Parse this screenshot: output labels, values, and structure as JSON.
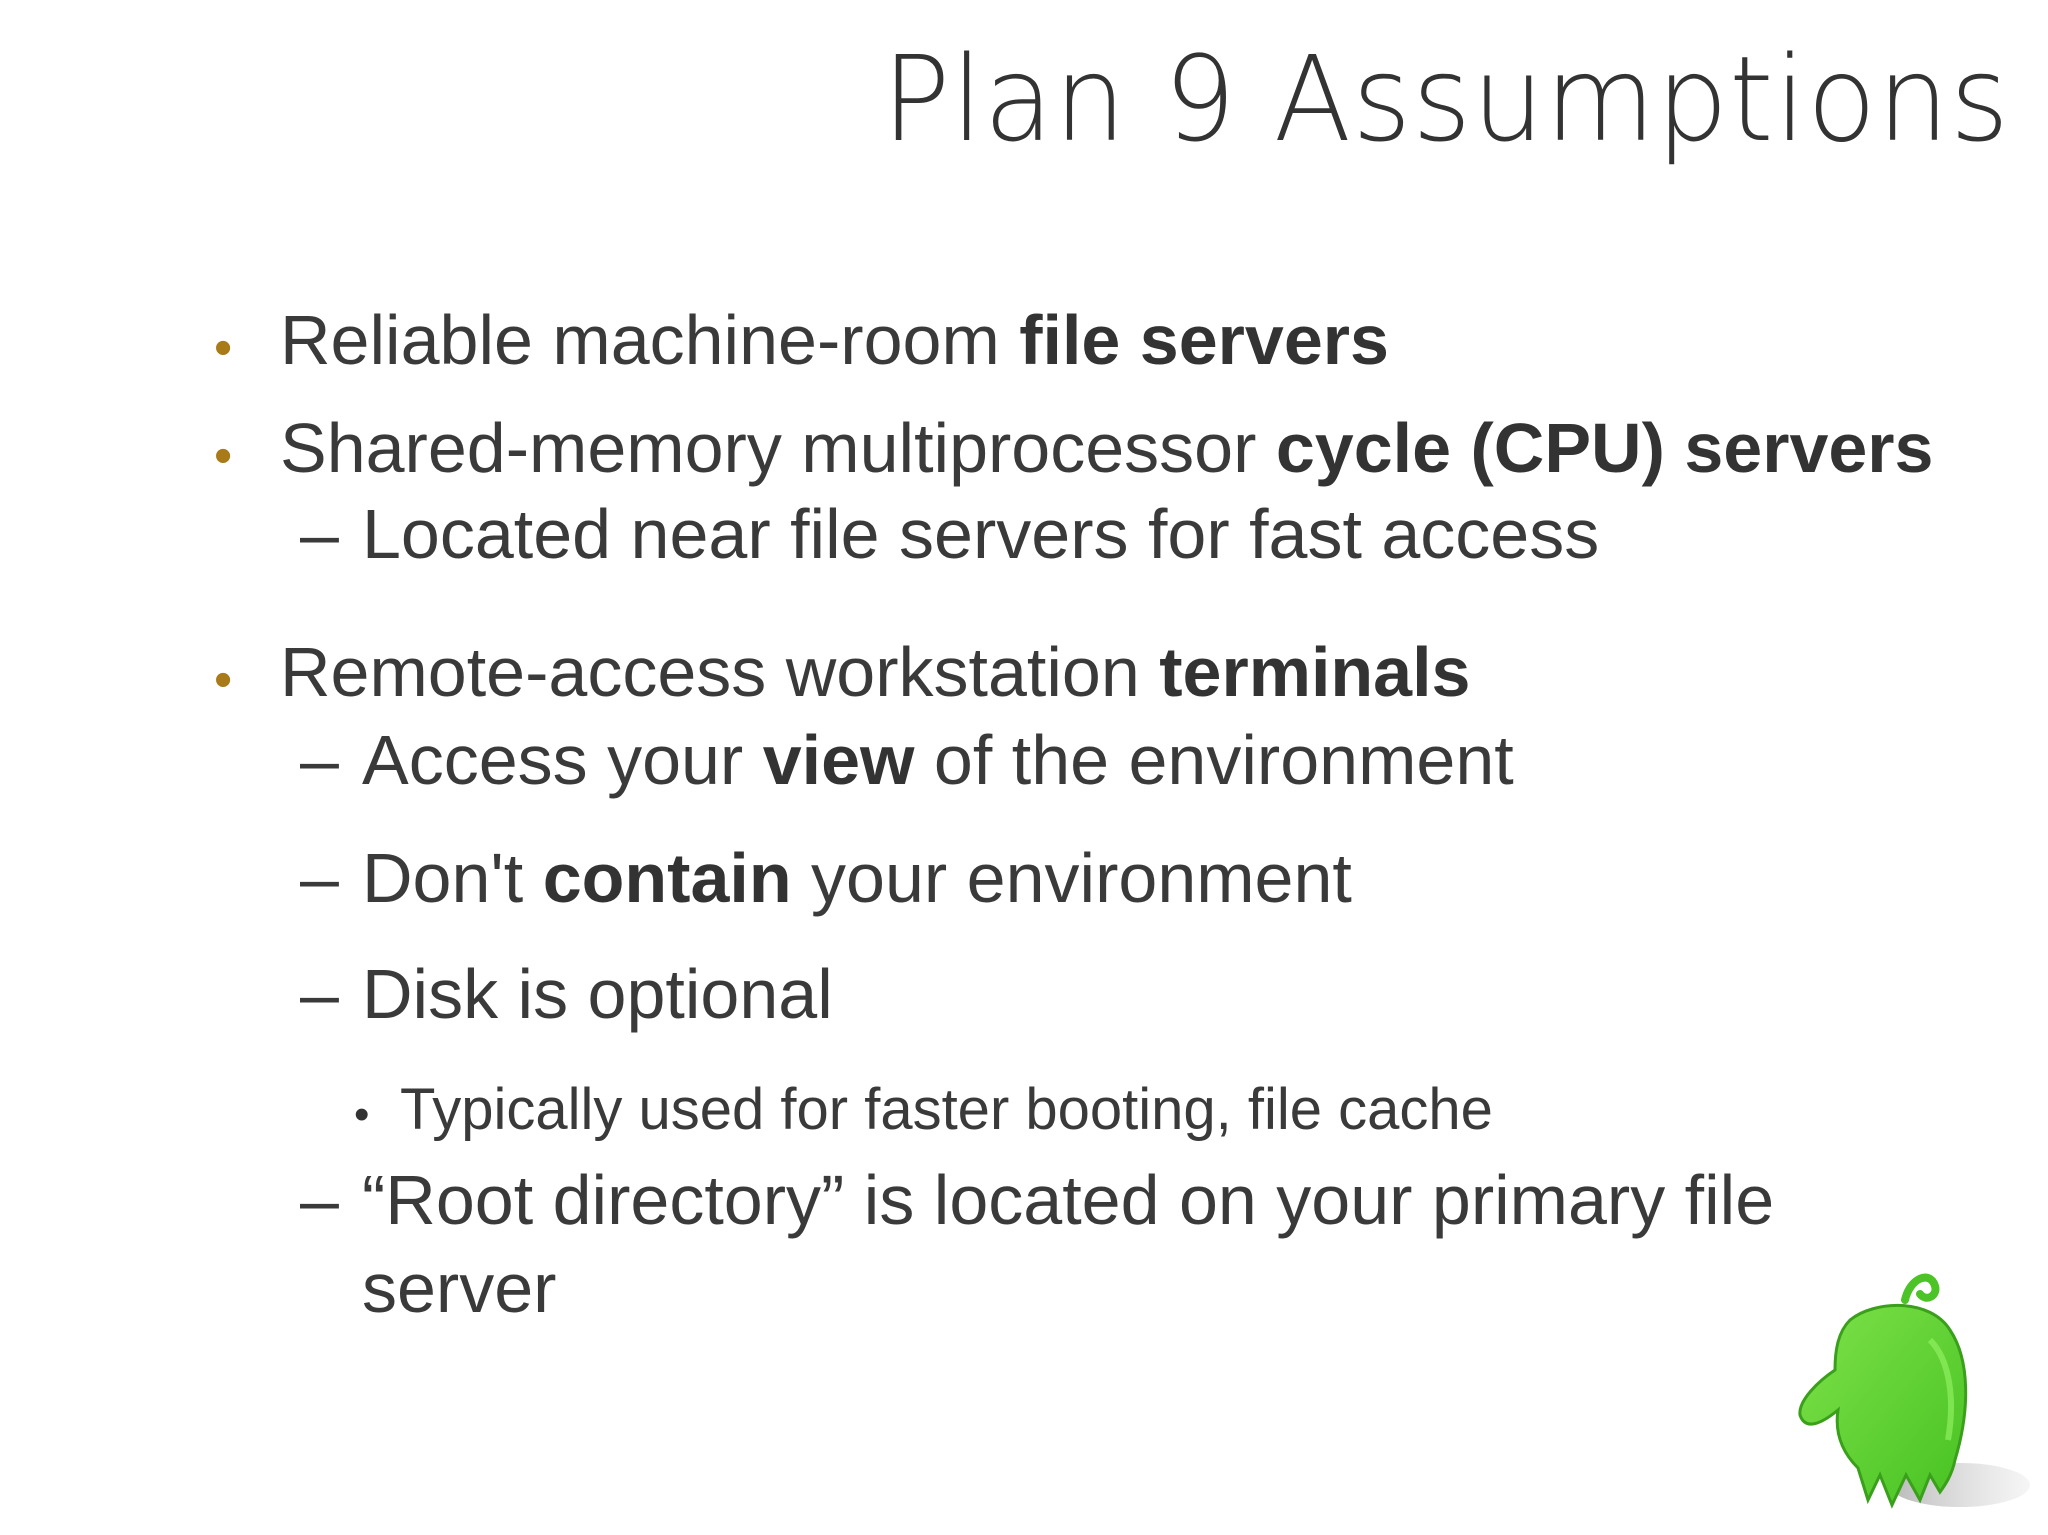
{
  "slide": {
    "title": "Plan 9 Assumptions",
    "items": [
      {
        "level": 1,
        "parts": [
          {
            "t": "Reliable machine-room "
          },
          {
            "t": "file servers",
            "b": true
          }
        ]
      },
      {
        "level": 1,
        "parts": [
          {
            "t": "Shared-memory multiprocessor "
          },
          {
            "t": "cycle (CPU) servers",
            "b": true
          }
        ]
      },
      {
        "level": 2,
        "parts": [
          {
            "t": "Located near file servers for fast access"
          }
        ]
      },
      {
        "level": 1,
        "parts": [
          {
            "t": "Remote-access workstation "
          },
          {
            "t": "terminals",
            "b": true
          }
        ]
      },
      {
        "level": 2,
        "parts": [
          {
            "t": "Access your "
          },
          {
            "t": "view",
            "b": true
          },
          {
            "t": " of the environment"
          }
        ]
      },
      {
        "level": 2,
        "parts": [
          {
            "t": "Don't "
          },
          {
            "t": "contain",
            "b": true
          },
          {
            "t": " your environment"
          }
        ]
      },
      {
        "level": 2,
        "parts": [
          {
            "t": "Disk is optional"
          }
        ]
      },
      {
        "level": 3,
        "parts": [
          {
            "t": "Typically used for faster booting, file cache"
          }
        ]
      },
      {
        "level": 2,
        "parts": [
          {
            "t": "“Root directory” is located on your primary file"
          }
        ]
      },
      {
        "level": 2,
        "cont": true,
        "parts": [
          {
            "t": "server"
          }
        ]
      }
    ],
    "bullet_glyph": "•",
    "dash_glyph": "–",
    "colors": {
      "text": "#3a3a3a",
      "bullet": "#a87a18",
      "mascot": "#5fd63a"
    },
    "mascot_icon": "plan9-glenda-mascot"
  }
}
